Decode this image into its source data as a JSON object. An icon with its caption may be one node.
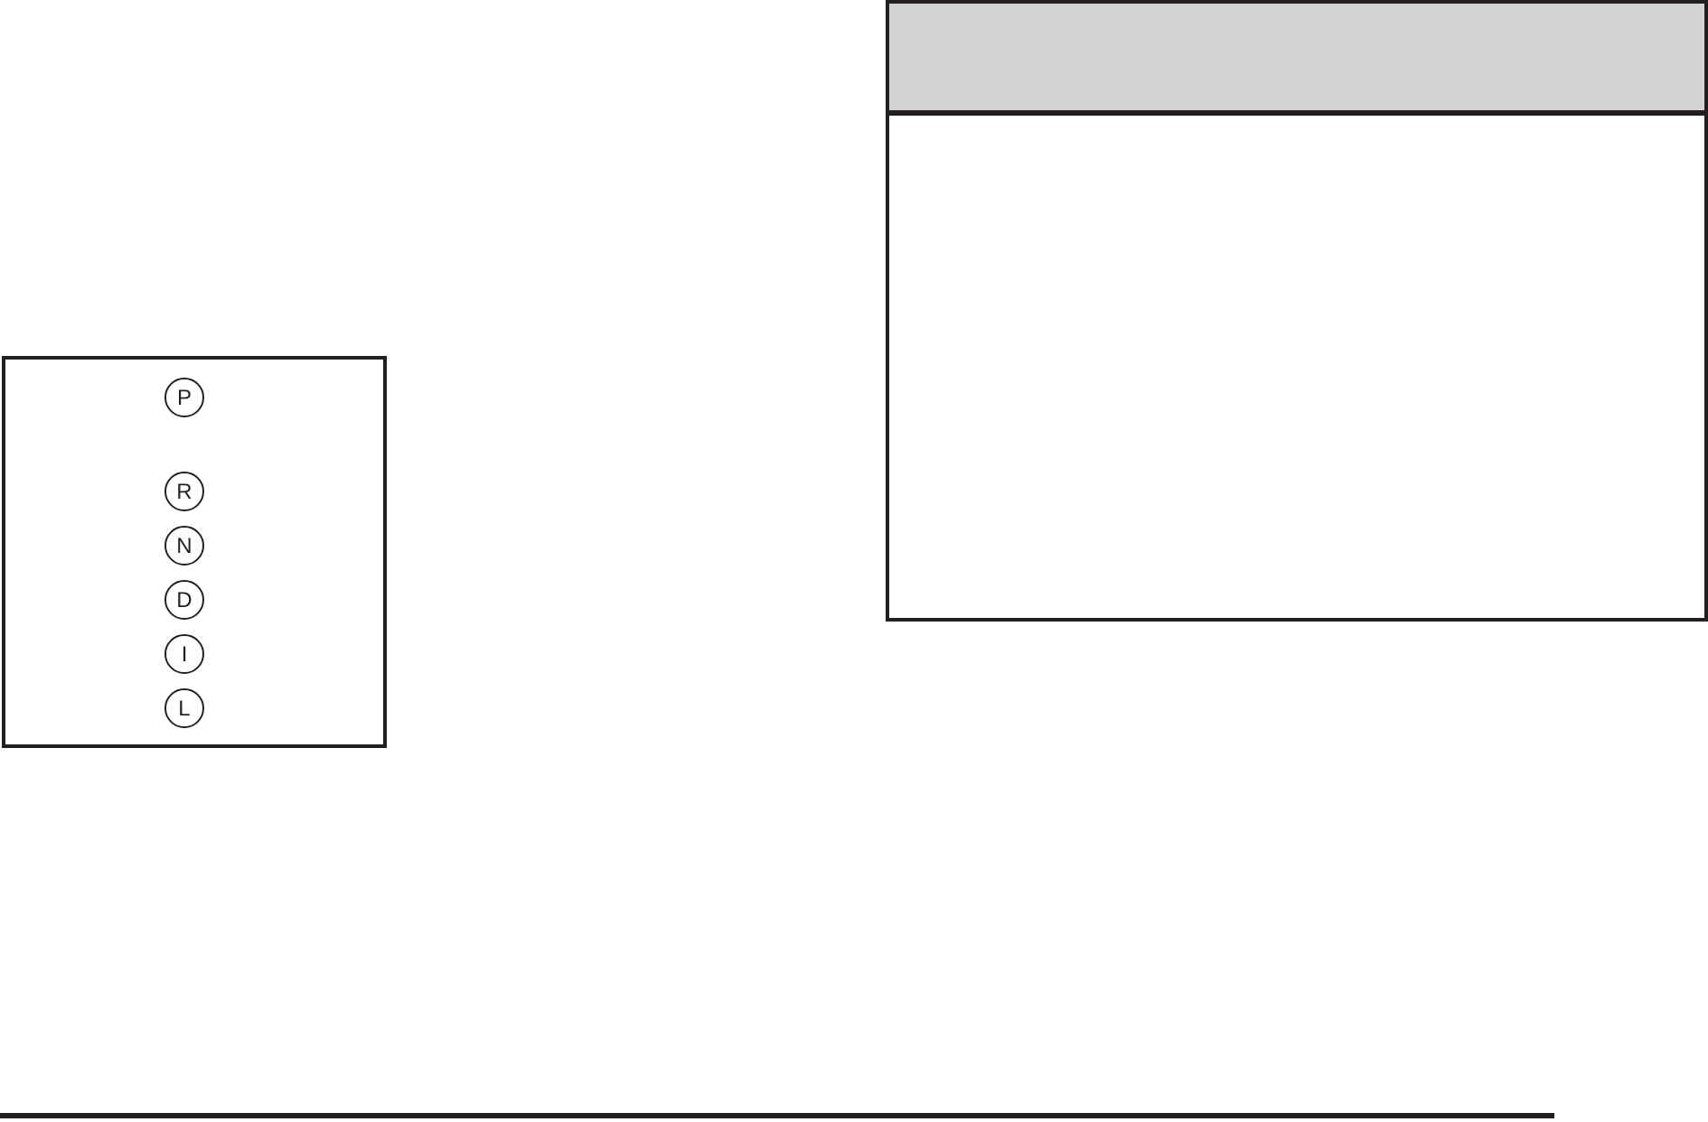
{
  "diagram": {
    "nodes": [
      {
        "text": [],
        "shape": "box"
      },
      {
        "text": [
          "P"
        ],
        "in": 0
      },
      {
        "text": [
          "R"
        ],
        "in": 0
      },
      {
        "text": [
          "N"
        ],
        "in": 0
      },
      {
        "text": [
          "D"
        ],
        "in": 0
      },
      {
        "text": [
          "I"
        ],
        "in": 0
      },
      {
        "text": [
          "L"
        ],
        "in": 0
      }
    ]
  }
}
